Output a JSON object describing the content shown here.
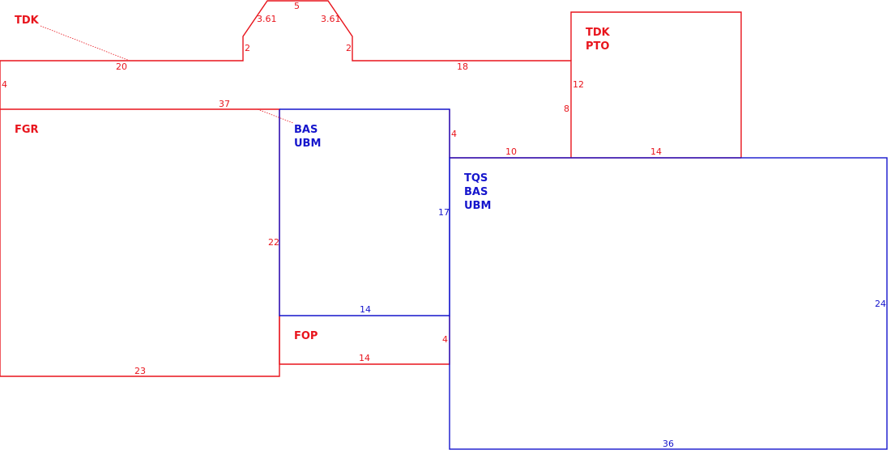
{
  "colors": {
    "red": "#e8141c",
    "blue": "#1515cc",
    "background": "#ffffff"
  },
  "labels": {
    "tdk_top": "TDK",
    "fgr": "FGR",
    "bas_ubm_line1": "BAS",
    "bas_ubm_line2": "UBM",
    "tdk_pto_line1": "TDK",
    "tdk_pto_line2": "PTO",
    "tqs_line1": "TQS",
    "tqs_line2": "BAS",
    "tqs_line3": "UBM",
    "fop": "FOP"
  },
  "dimensions": {
    "top_left_edge": "20",
    "bump_left_side": "2",
    "bump_left_slope": "3.61",
    "bump_top": "5",
    "bump_right_slope": "3.61",
    "bump_right_side": "2",
    "top_right_edge": "18",
    "left_side": "4",
    "fgr_top": "37",
    "fgr_right": "22",
    "fgr_bottom": "23",
    "bas_right": "4",
    "bas_inner_right": "17",
    "bas_bottom": "14",
    "step_bottom": "10",
    "pto_side_upper": "12",
    "pto_side_lower": "8",
    "pto_bottom": "14",
    "fop_right": "4",
    "fop_bottom": "14",
    "tqs_right": "24",
    "tqs_bottom": "36"
  }
}
